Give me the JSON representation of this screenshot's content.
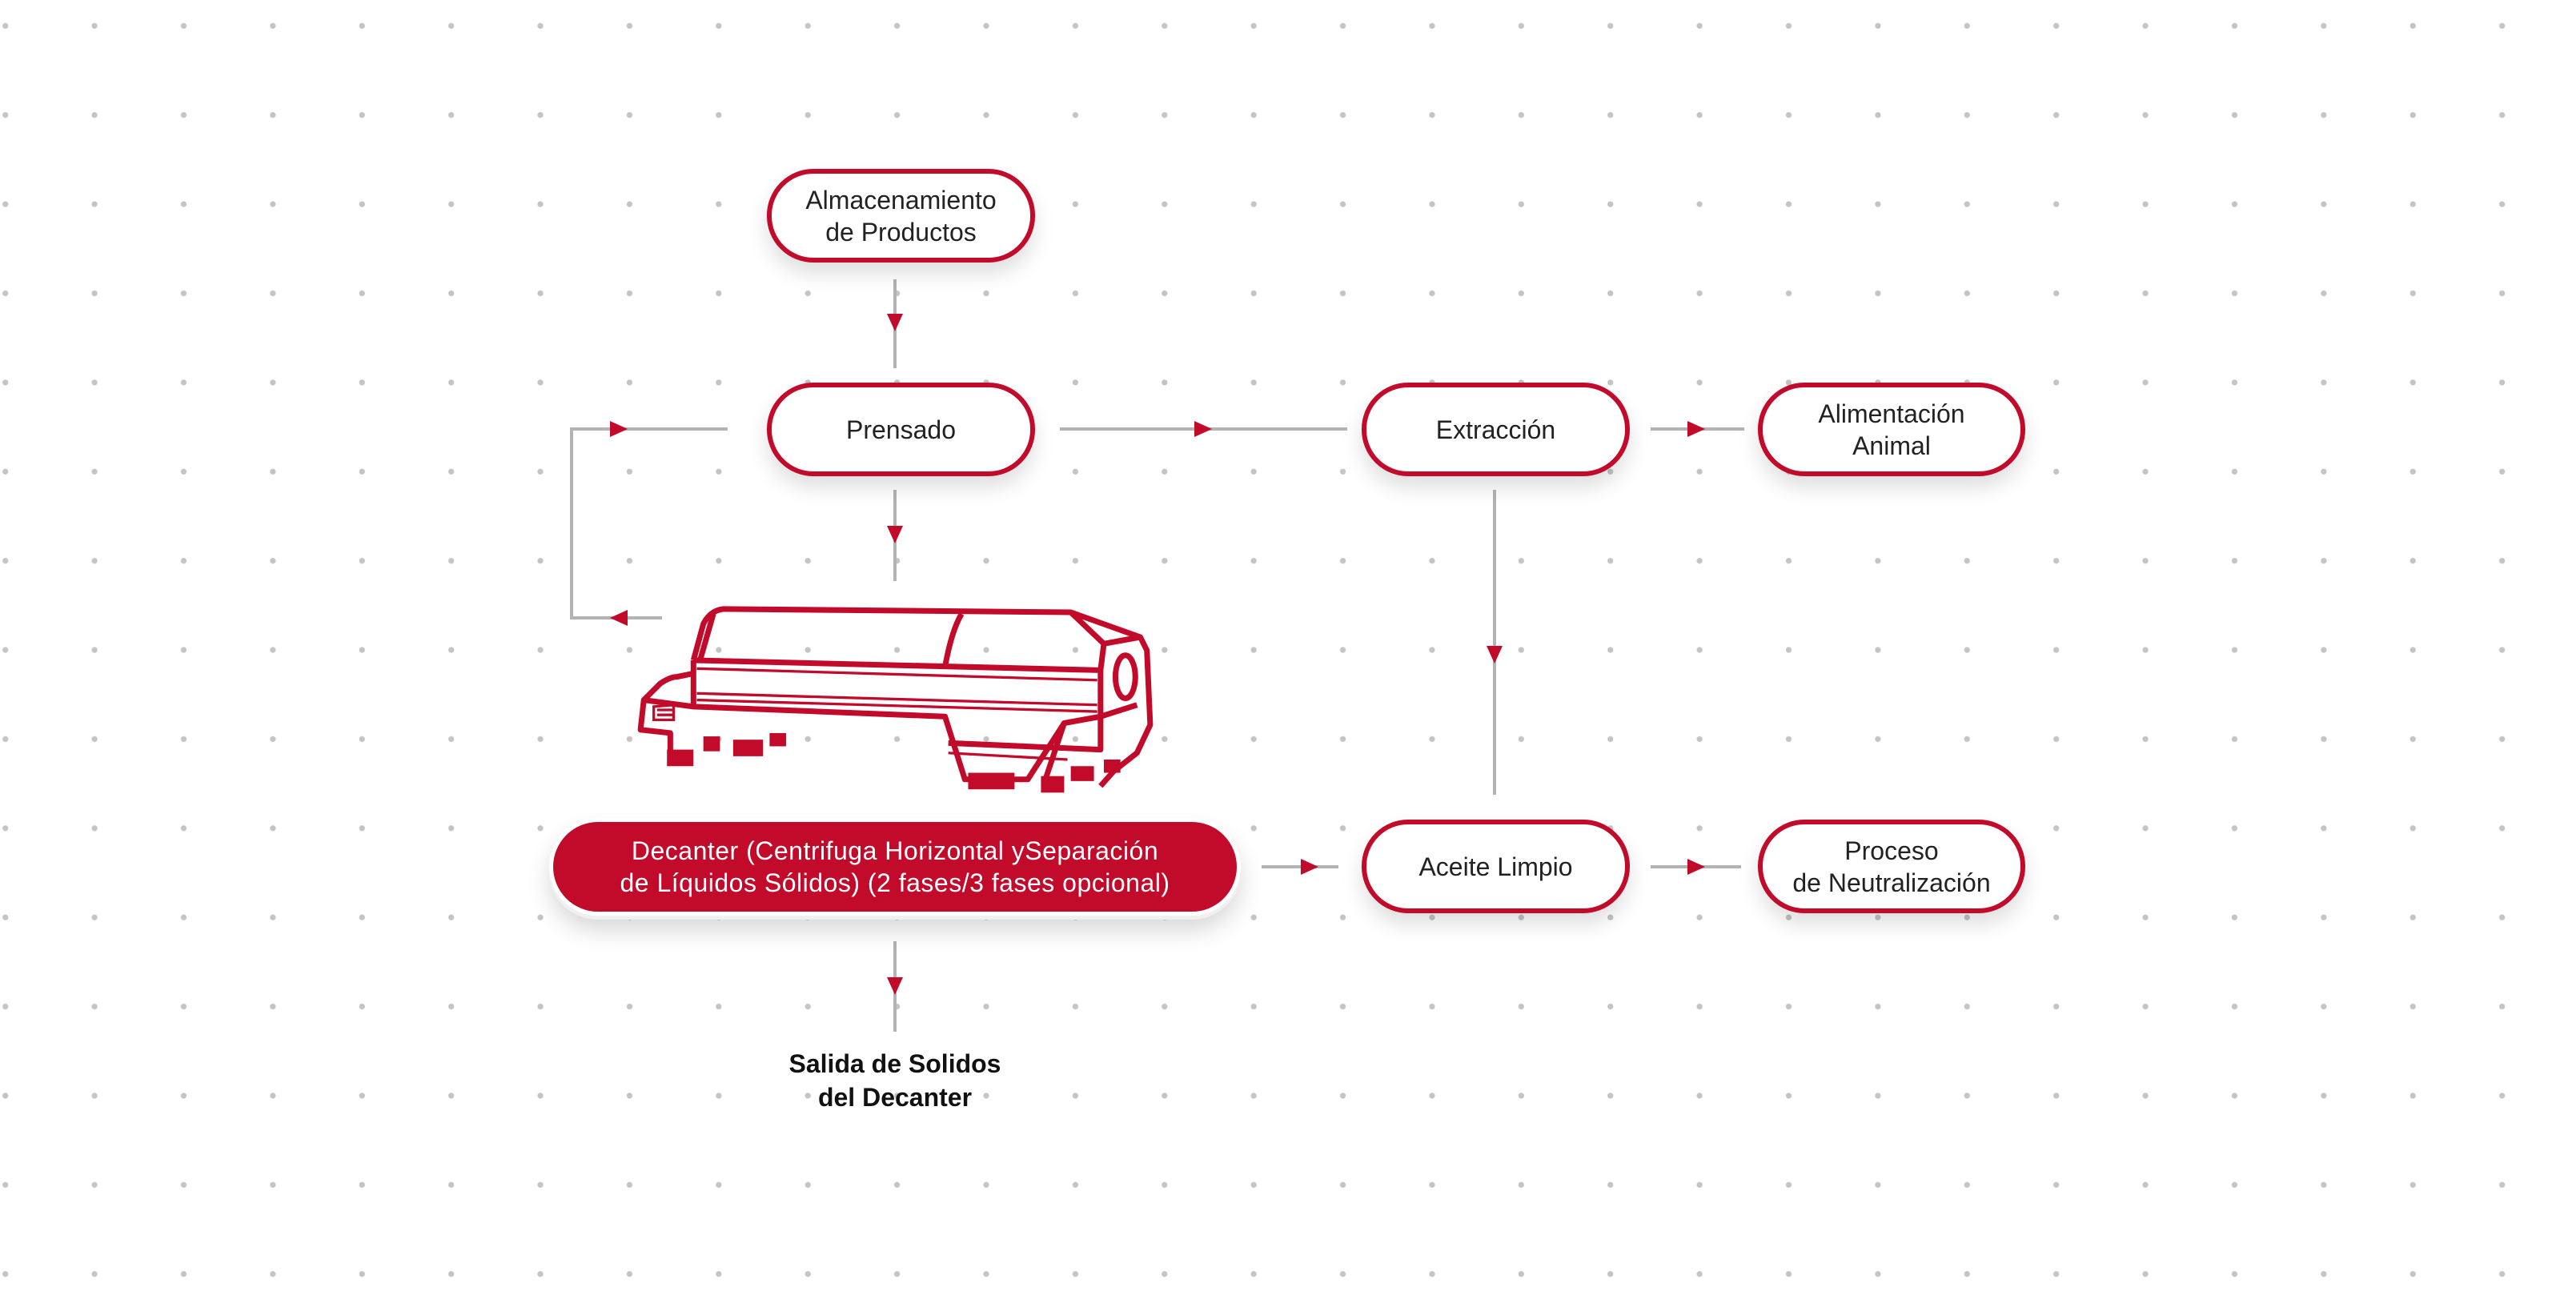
{
  "colors": {
    "accent": "#c20a2b",
    "connector": "#b3b3b3",
    "dots": "#c4c4c4"
  },
  "nodes": {
    "almacenamiento": "Almacenamiento\nde Productos",
    "prensado": "Prensado",
    "extraccion": "Extracción",
    "alimentacion": "Alimentación\nAnimal",
    "aceite": "Aceite Limpio",
    "proceso": "Proceso\nde Neutralización",
    "decanter": "Decanter (Centrifuga Horizontal ySeparación\nde Líquidos Sólidos) (2 fases/3 fases opcional)",
    "salida": "Salida de Solidos\ndel Decanter"
  },
  "icons": {
    "machine": "decanter-centrifuge-illustration"
  }
}
